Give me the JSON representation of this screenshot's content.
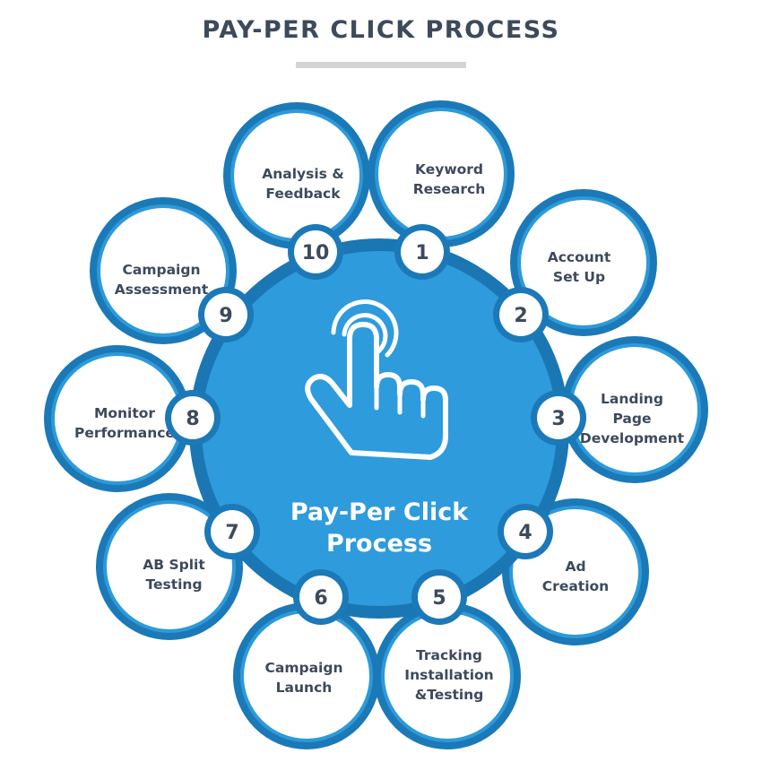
{
  "title": "PAY-PER CLICK PROCESS",
  "center": {
    "lines": [
      "Pay-Per Click",
      "Process"
    ],
    "icon": "pointer-hand-click-icon"
  },
  "colors": {
    "ring": "#1b79b8",
    "ring_inner": "#2d9ad9",
    "center_fill": "#2e9bdc",
    "center_border": "#1b77b4",
    "text_dark": "#3d4a5c",
    "divider": "#d4d4d4"
  },
  "steps": [
    {
      "number": "1",
      "lines": [
        "Keyword",
        "Research"
      ]
    },
    {
      "number": "2",
      "lines": [
        "Account",
        "Set Up"
      ]
    },
    {
      "number": "3",
      "lines": [
        "Landing",
        "Page",
        "Development"
      ]
    },
    {
      "number": "4",
      "lines": [
        "Ad",
        "Creation"
      ]
    },
    {
      "number": "5",
      "lines": [
        "Tracking",
        "Installation",
        "&Testing"
      ]
    },
    {
      "number": "6",
      "lines": [
        "Campaign",
        "Launch"
      ]
    },
    {
      "number": "7",
      "lines": [
        "AB Split",
        "Testing"
      ]
    },
    {
      "number": "8",
      "lines": [
        "Monitor",
        "Performance"
      ]
    },
    {
      "number": "9",
      "lines": [
        "Campaign",
        "Assessment"
      ]
    },
    {
      "number": "10",
      "lines": [
        "Analysis &",
        "Feedback"
      ]
    }
  ]
}
